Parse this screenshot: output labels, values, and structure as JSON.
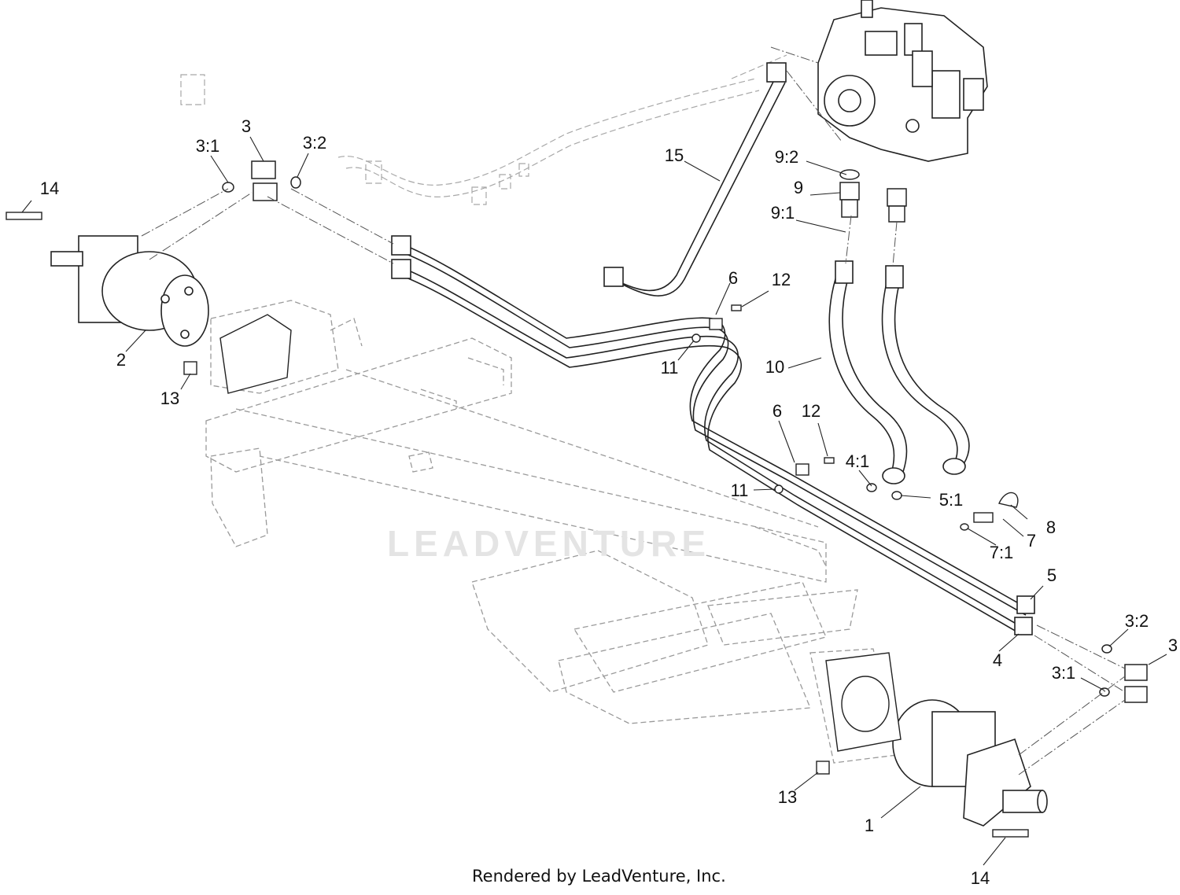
{
  "callouts": {
    "c1": "1",
    "c2": "2",
    "c3_left": "3",
    "c3_1_left": "3:1",
    "c3_2_left": "3:2",
    "c3_right": "3",
    "c3_1_right": "3:1",
    "c3_2_right": "3:2",
    "c4": "4",
    "c4_1": "4:1",
    "c5": "5",
    "c5_1": "5:1",
    "c6_upper": "6",
    "c6_lower": "6",
    "c7": "7",
    "c7_1": "7:1",
    "c8": "8",
    "c9": "9",
    "c9_1": "9:1",
    "c9_2": "9:2",
    "c10": "10",
    "c11_upper": "11",
    "c11_lower": "11",
    "c12_upper": "12",
    "c12_lower": "12",
    "c13_left": "13",
    "c13_right": "13",
    "c14_left": "14",
    "c14_right": "14",
    "c15": "15"
  },
  "watermark": "LEADVENTURE",
  "footer": "Rendered by LeadVenture, Inc."
}
